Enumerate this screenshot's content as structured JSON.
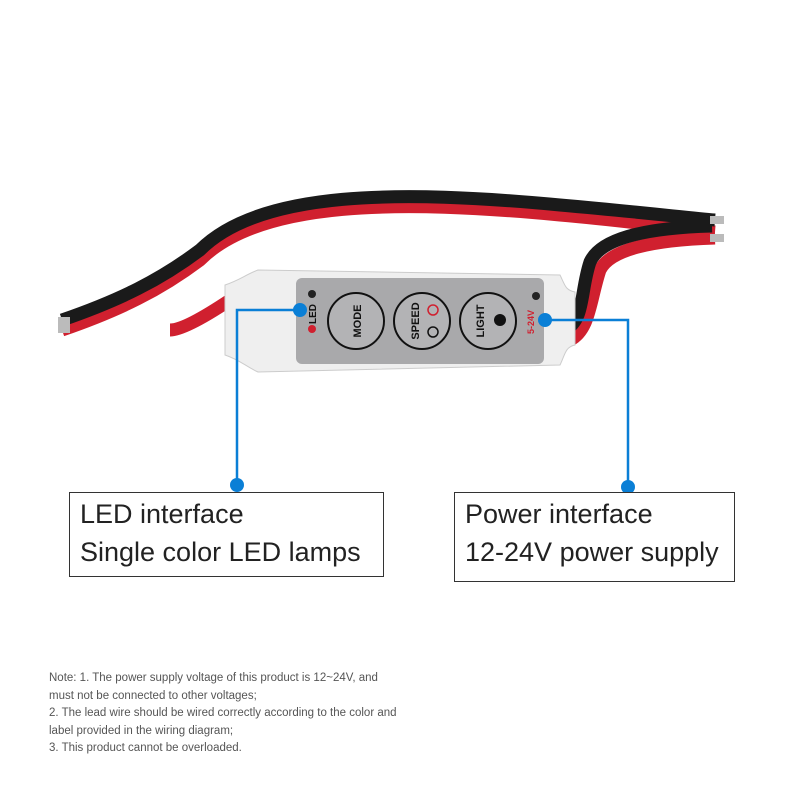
{
  "controller": {
    "led_label": "LED",
    "power_label": "5-24V",
    "buttons": [
      {
        "label": "MODE"
      },
      {
        "label": "SPEED"
      },
      {
        "label": "LIGHT"
      }
    ]
  },
  "callouts": {
    "left": {
      "title": "LED interface",
      "subtitle": "Single color LED lamps"
    },
    "right": {
      "title": "Power interface",
      "subtitle": "12-24V power supply"
    }
  },
  "note": {
    "lines": [
      "Note: 1. The power supply voltage of this product is 12~24V, and",
      "must not be connected to other voltages;",
      "2. The lead wire should be wired correctly according to the color and",
      "label provided in the wiring diagram;",
      "3. This product cannot be overloaded."
    ]
  },
  "colors": {
    "accent": "#0a7fd6",
    "wire_red": "#d0202f",
    "wire_black": "#1a1a1a"
  }
}
